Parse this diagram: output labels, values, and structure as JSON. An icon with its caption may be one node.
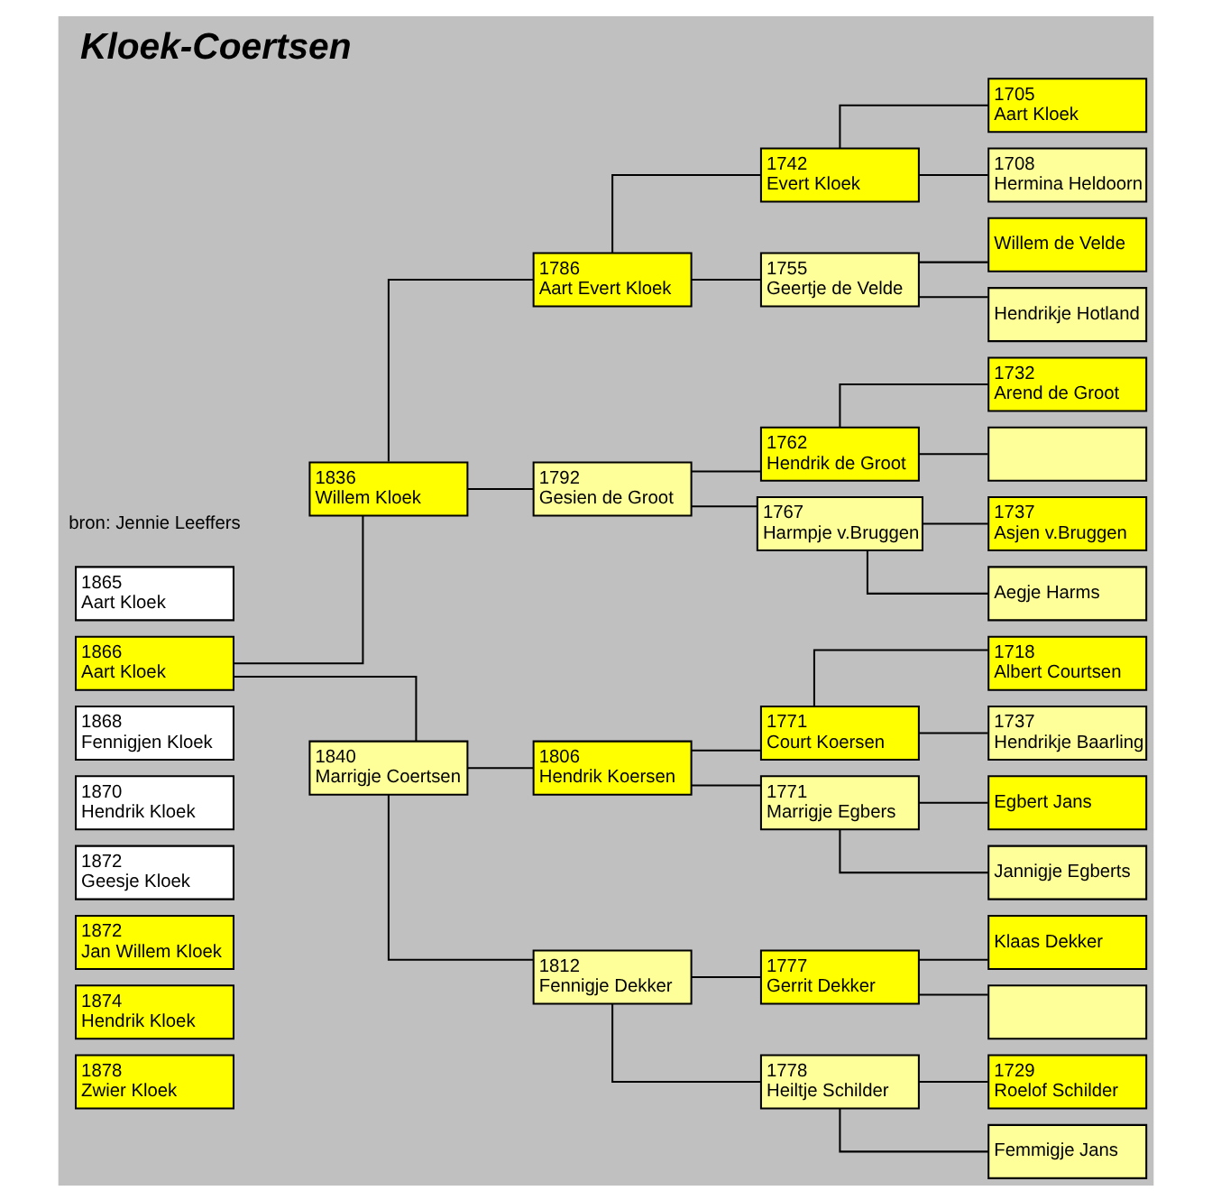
{
  "diagram": {
    "title": "Kloek-Coertsen",
    "nodes": [
      {
        "text": [
          "1865",
          "Aart Kloek"
        ]
      },
      {
        "text": [
          "1866",
          "Aart Kloek"
        ]
      },
      {
        "text": [
          "1868",
          "Fennigjen Kloek"
        ]
      },
      {
        "text": [
          "1870",
          "Hendrik Kloek"
        ]
      },
      {
        "text": [
          "1872",
          "Geesje Kloek"
        ]
      },
      {
        "text": [
          "1872",
          "Jan Willem Kloek"
        ]
      },
      {
        "text": [
          "1874",
          "Hendrik Kloek"
        ]
      },
      {
        "text": [
          "1878",
          "Zwier Kloek"
        ]
      },
      {
        "text": [
          "1836",
          "Willem Kloek"
        ]
      },
      {
        "text": [
          "1840",
          "Marrigje Coertsen"
        ]
      },
      {
        "text": [
          "1786",
          "Aart Evert Kloek"
        ]
      },
      {
        "text": [
          "1792",
          "Gesien de Groot"
        ]
      },
      {
        "text": [
          "1806",
          "Hendrik Koersen"
        ]
      },
      {
        "text": [
          "1812",
          "Fennigje Dekker"
        ]
      },
      {
        "text": [
          "1742",
          "Evert Kloek"
        ]
      },
      {
        "text": [
          "1755",
          "Geertje de Velde"
        ]
      },
      {
        "text": [
          "1762",
          "Hendrik de Groot"
        ]
      },
      {
        "text": [
          "1767",
          "Harmpje v.Bruggen"
        ]
      },
      {
        "text": [
          "1771",
          "Court Koersen"
        ]
      },
      {
        "text": [
          "1771",
          "Marrigje Egbers"
        ]
      },
      {
        "text": [
          "1777",
          "Gerrit Dekker"
        ]
      },
      {
        "text": [
          "1778",
          "Heiltje Schilder"
        ]
      },
      {
        "text": [
          "1705",
          "Aart Kloek"
        ]
      },
      {
        "text": [
          "1708",
          "Hermina Heldoorn"
        ]
      },
      {
        "text": [
          "Willem de Velde"
        ]
      },
      {
        "text": [
          "Hendrikje Hotland"
        ]
      },
      {
        "text": [
          "1732",
          "Arend de Groot"
        ]
      },
      {
        "text": [],
        "shape": "box"
      },
      {
        "text": [
          "1737",
          "Asjen v.Bruggen"
        ]
      },
      {
        "text": [
          "Aegje Harms"
        ]
      },
      {
        "text": [
          "1718",
          "Albert Courtsen"
        ]
      },
      {
        "text": [
          "1737",
          "Hendrikje Baarling"
        ]
      },
      {
        "text": [
          "Egbert Jans"
        ]
      },
      {
        "text": [
          "Jannigje Egberts"
        ]
      },
      {
        "text": [
          "Klaas Dekker"
        ]
      },
      {
        "text": [],
        "shape": "box"
      },
      {
        "text": [
          "1729",
          "Roelof Schilder"
        ]
      },
      {
        "text": [
          "Femmigje Jans"
        ]
      }
    ],
    "edges": [
      {
        "from": 1,
        "to": 8,
        "arrow": "none"
      },
      {
        "from": 1,
        "to": 9,
        "arrow": "none"
      },
      {
        "from": 8,
        "to": 10,
        "arrow": "none"
      },
      {
        "from": 8,
        "to": 11,
        "arrow": "none"
      },
      {
        "from": 9,
        "to": 12,
        "arrow": "none"
      },
      {
        "from": 9,
        "to": 13,
        "arrow": "none"
      },
      {
        "from": 10,
        "to": 14,
        "arrow": "none"
      },
      {
        "from": 10,
        "to": 15,
        "arrow": "none"
      },
      {
        "from": 11,
        "to": 16,
        "arrow": "none"
      },
      {
        "from": 11,
        "to": 17,
        "arrow": "none"
      },
      {
        "from": 12,
        "to": 18,
        "arrow": "none"
      },
      {
        "from": 12,
        "to": 19,
        "arrow": "none"
      },
      {
        "from": 13,
        "to": 20,
        "arrow": "none"
      },
      {
        "from": 13,
        "to": 21,
        "arrow": "none"
      },
      {
        "from": 14,
        "to": 22,
        "arrow": "none"
      },
      {
        "from": 14,
        "to": 23,
        "arrow": "none"
      },
      {
        "from": 15,
        "to": 24,
        "arrow": "none"
      },
      {
        "from": 15,
        "to": 25,
        "arrow": "none"
      },
      {
        "from": 16,
        "to": 26,
        "arrow": "none"
      },
      {
        "from": 16,
        "to": 27,
        "arrow": "none"
      },
      {
        "from": 17,
        "to": 28,
        "arrow": "none"
      },
      {
        "from": 17,
        "to": 29,
        "arrow": "none"
      },
      {
        "from": 18,
        "to": 30,
        "arrow": "none"
      },
      {
        "from": 18,
        "to": 31,
        "arrow": "none"
      },
      {
        "from": 19,
        "to": 32,
        "arrow": "none"
      },
      {
        "from": 19,
        "to": 33,
        "arrow": "none"
      },
      {
        "from": 20,
        "to": 34,
        "arrow": "none"
      },
      {
        "from": 20,
        "to": 35,
        "arrow": "none"
      },
      {
        "from": 21,
        "to": 36,
        "arrow": "none"
      },
      {
        "from": 21,
        "to": 37,
        "arrow": "none"
      }
    ],
    "labels": [
      "bron: Jennie Leeffers"
    ]
  }
}
